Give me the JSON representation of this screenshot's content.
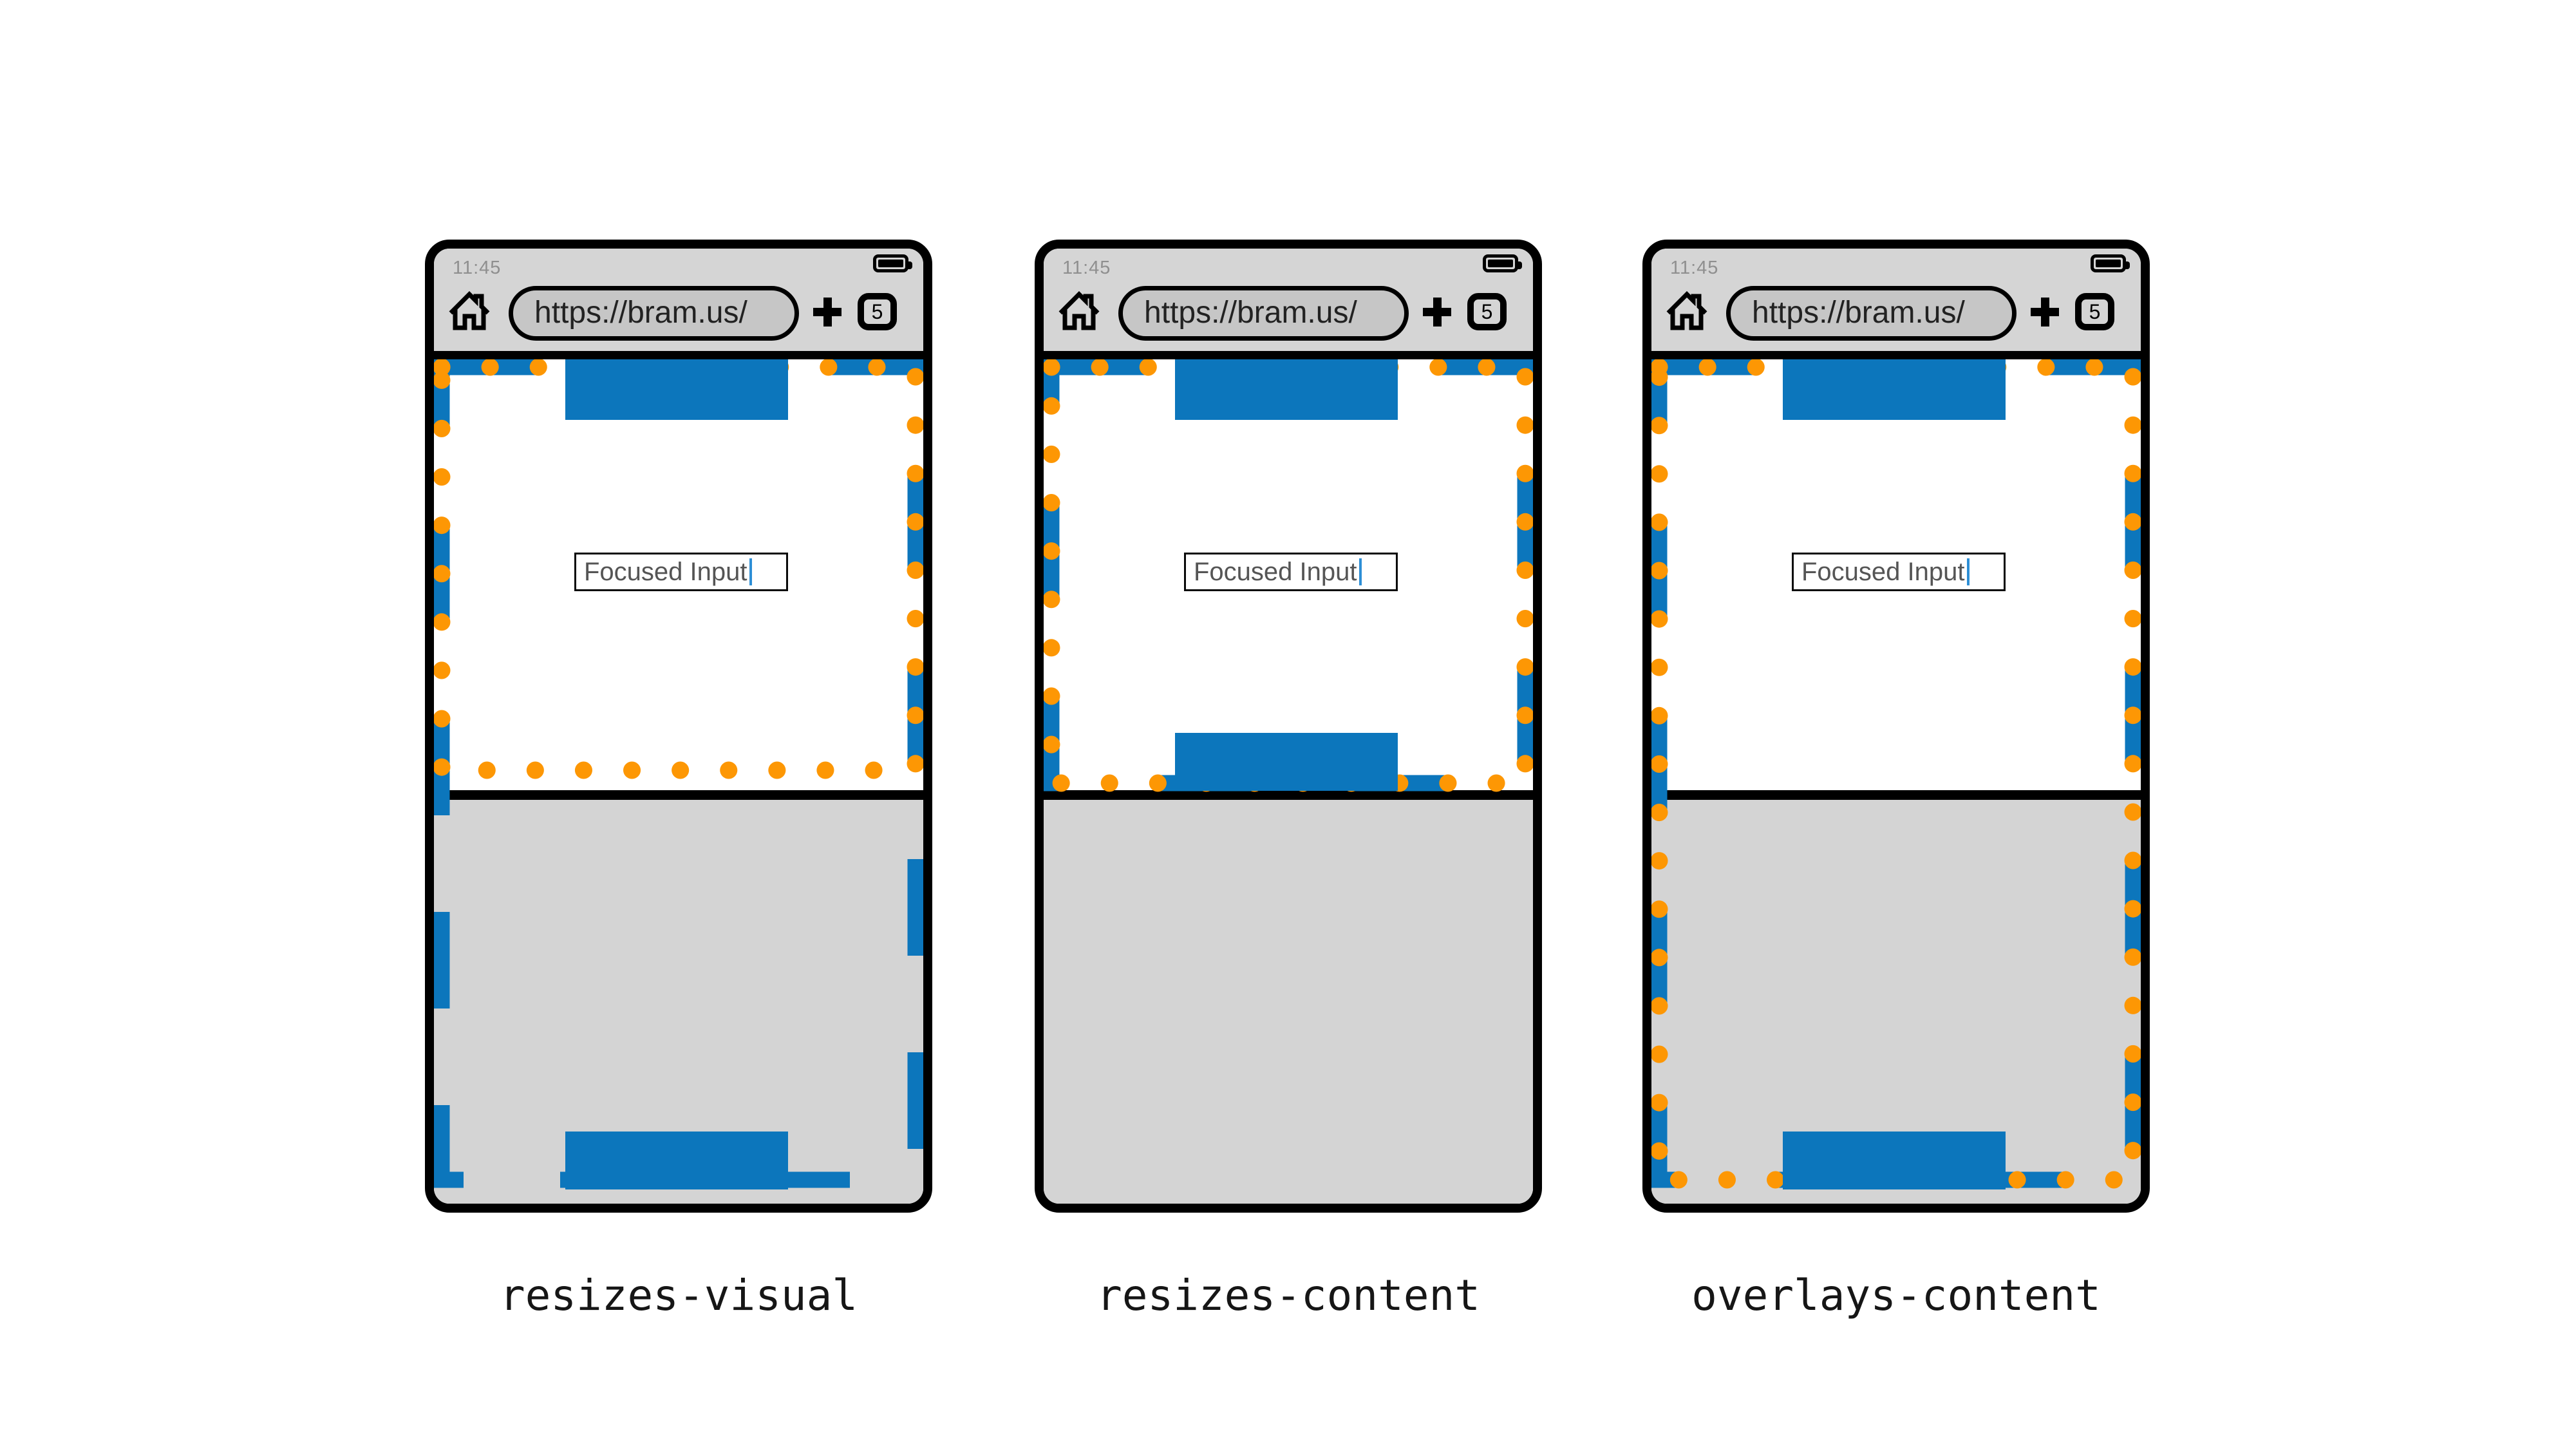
{
  "status_bar": {
    "time": "11:45"
  },
  "browser": {
    "url": "https://bram.us/",
    "tab_count": "5",
    "new_tab_label": "+"
  },
  "page_content": {
    "focused_input_value": "Focused Input"
  },
  "modes": [
    {
      "label": "resizes-visual",
      "layout_viewport_extends_under_keyboard": true,
      "visual_viewport_extends_under_keyboard": false
    },
    {
      "label": "resizes-content",
      "layout_viewport_extends_under_keyboard": false,
      "visual_viewport_extends_under_keyboard": false
    },
    {
      "label": "overlays-content",
      "layout_viewport_extends_under_keyboard": true,
      "visual_viewport_extends_under_keyboard": true
    }
  ],
  "icons": {
    "home": "home-icon",
    "battery": "battery-icon",
    "new_tab": "plus-icon",
    "tabs": "tab-counter",
    "caret": "text-caret"
  },
  "colors": {
    "viewport_blue": "#0C76BC",
    "viewport_orange": "#FD9704",
    "chrome_gray": "#d5d5d5",
    "keyboard_gray": "#d4d4d4",
    "pill_gray": "#c6c6c6",
    "time_gray": "#8f8f8f",
    "input_text": "#555555",
    "caret_blue": "#2e8fd6"
  }
}
